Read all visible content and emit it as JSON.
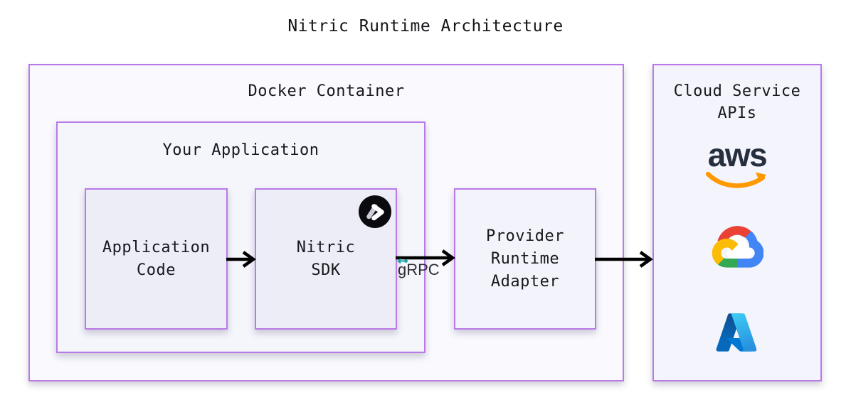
{
  "title": "Nitric Runtime Architecture",
  "docker_container": {
    "label": "Docker Container"
  },
  "your_application": {
    "label": "Your Application"
  },
  "boxes": {
    "application_code": {
      "label": "Application Code"
    },
    "nitric_sdk": {
      "label": "Nitric SDK",
      "badge_icon": "nitric-logo"
    },
    "provider_runtime_adapter": {
      "label": "Provider Runtime Adapter"
    }
  },
  "cloud_service_apis": {
    "label": "Cloud Service APIs",
    "aws_text": "aws",
    "logos": [
      "aws-logo",
      "google-cloud-logo",
      "azure-logo"
    ]
  },
  "connections": {
    "app_code_to_sdk": {
      "type": "arrow"
    },
    "sdk_to_provider": {
      "type": "arrow",
      "label": "gRPC"
    },
    "provider_to_cloud": {
      "type": "arrow"
    }
  },
  "colors": {
    "box_border": "#b97ae8",
    "docker_fill": "#f9f9fe",
    "your_app_fill": "#f5f5fc",
    "inner_box_fill": "#ededf8",
    "provider_fill": "#f3f3fb",
    "cloud_fill": "#f4f4fc",
    "arrow": "#000000",
    "grpc_teal": "#12a6a6",
    "nitric_black": "#0b0b0f",
    "aws_navy": "#252f3e",
    "aws_orange": "#ff9900",
    "gcp_red": "#ea4335",
    "gcp_blue": "#4285f4",
    "gcp_green": "#34a853",
    "gcp_yellow": "#fbbc05",
    "azure_blue": "#0078d4"
  }
}
